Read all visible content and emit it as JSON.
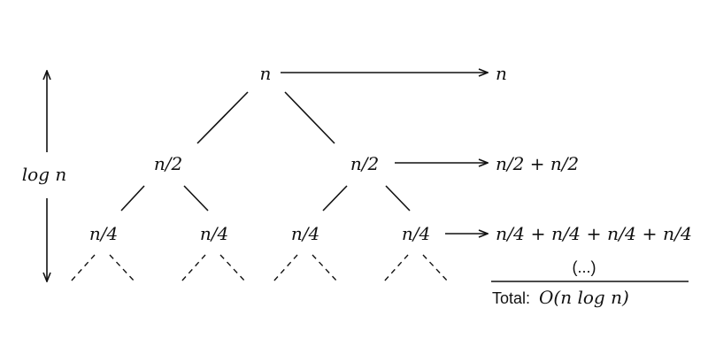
{
  "tree": {
    "root": "n",
    "level1": [
      "n/2",
      "n/2"
    ],
    "level2": [
      "n/4",
      "n/4",
      "n/4",
      "n/4"
    ]
  },
  "height_label": "log n",
  "level_sums": [
    "n",
    "n/2 + n/2",
    "n/4 + n/4 + n/4 + n/4"
  ],
  "continuation": "(...)",
  "total": {
    "prefix": "Total:",
    "value": "O(n log n)"
  }
}
